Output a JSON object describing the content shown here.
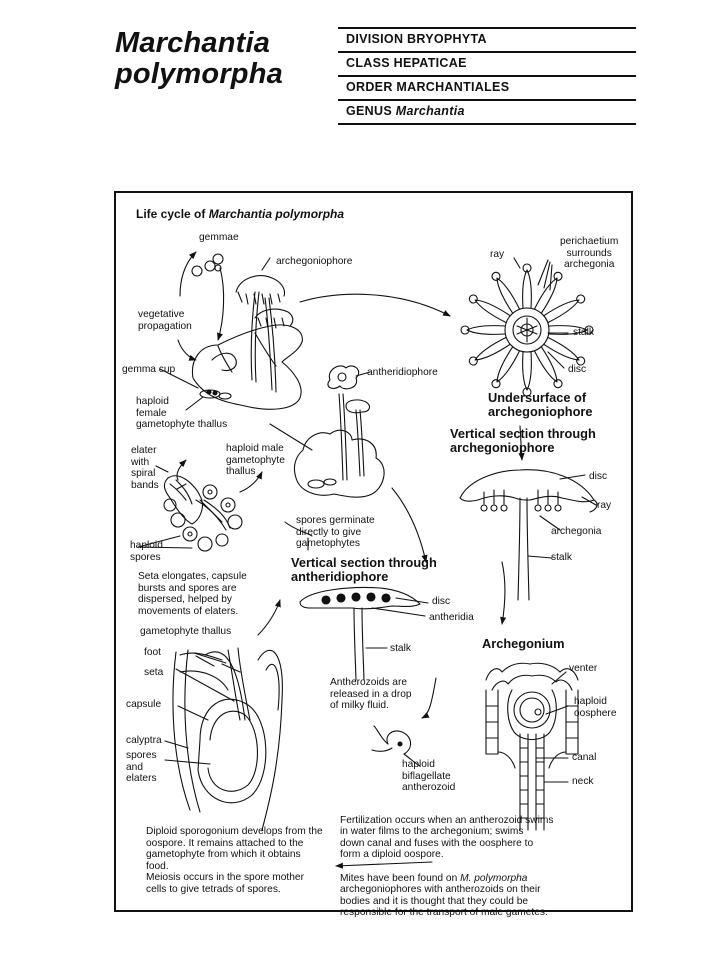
{
  "header": {
    "title_line1": "Marchantia",
    "title_line2": "polymorpha",
    "taxonomy": {
      "division": "DIVISION BRYOPHYTA",
      "class": "CLASS HEPATICAE",
      "order": "ORDER MARCHANTIALES",
      "genus_prefix": "GENUS ",
      "genus_name": "Marchantia"
    }
  },
  "diagram": {
    "title_prefix": "Life cycle of ",
    "title_species": "Marchantia polymorpha",
    "labels": {
      "gemmae": "gemmae",
      "archegoniophore": "archegoniophore",
      "vegetative_propagation": "vegetative\npropagation",
      "gemma_cup": "gemma cup",
      "haploid_female": "haploid\nfemale\ngametophyte thallus",
      "antheridiophore": "antheridiophore",
      "ray_top": "ray",
      "perichaetium": "perichaetium\nsurrounds\narchegonia",
      "stalk_top": "stalk",
      "disc_top": "disc",
      "elater": "elater\nwith\nspiral\nbands",
      "haploid_male": "haploid male\ngametophyte\nthallus",
      "haploid_spores": "haploid\nspores",
      "spores_germinate": "spores germinate\ndirectly to give\ngametophytes",
      "disc_mid": "disc",
      "ray_mid": "ray",
      "archegonia": "archegonia",
      "stalk_mid": "stalk",
      "disc_anth": "disc",
      "antheridia": "antheridia",
      "stalk_anth": "stalk",
      "gametophyte_thallus": "gametophyte thallus",
      "foot": "foot",
      "seta": "seta",
      "capsule": "capsule",
      "calyptra": "calyptra",
      "spores_elaters": "spores\nand\nelaters",
      "venter": "venter",
      "haploid_oosphere": "haploid\noosphere",
      "canal": "canal",
      "neck": "neck",
      "haploid_antherozoid": "haploid\nbiflagellate\nantherozoid"
    },
    "headings": {
      "undersurface": "Undersurface of\narchegoniophore",
      "vs_archegoniophore": "Vertical section through\narchegoniophore",
      "vs_antheridiophore": "Vertical section through\nantheridiophore",
      "archegonium": "Archegonium"
    },
    "captions": {
      "seta_elongates": "Seta elongates, capsule\nbursts and spores are\ndispersed, helped by\nmovements of elaters.",
      "antherozoids_released": "Antherozoids are\nreleased in a drop\nof milky fluid.",
      "fertilization": "Fertilization occurs when an antherozoid swims\nin water films to the archegonium; swims\ndown canal and fuses with the oosphere to\nform a diploid oospore.",
      "mites_prefix": "Mites have been found on ",
      "mites_species": "M. polymorpha",
      "mites_rest": "\narchegoniophores with antherozoids on their\nbodies and it is thought that they could be\nresponsible for the transport of male gametes.",
      "diploid_sporogonium": "Diploid sporogonium develops from the\noospore. It remains attached to the\ngametophyte from which it obtains\nfood.\nMeiosis occurs in the spore mother\ncells to give tetrads of spores."
    }
  }
}
